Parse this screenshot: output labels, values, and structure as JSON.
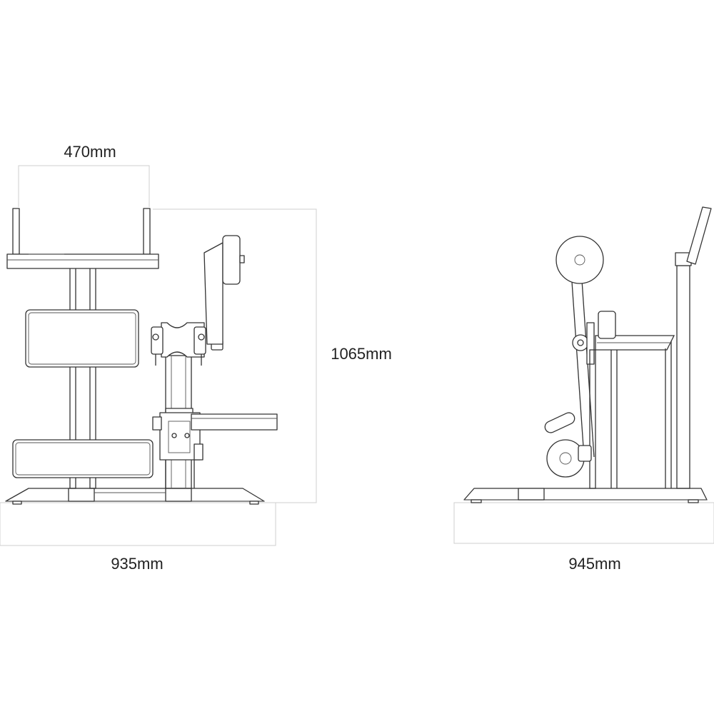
{
  "dimensions": {
    "width_top": "470mm",
    "height": "1065mm",
    "depth_front_view": "935mm",
    "depth_side_view": "945mm"
  },
  "colors": {
    "line": "#333333",
    "guide": "#cfcfcf",
    "background": "#ffffff"
  }
}
